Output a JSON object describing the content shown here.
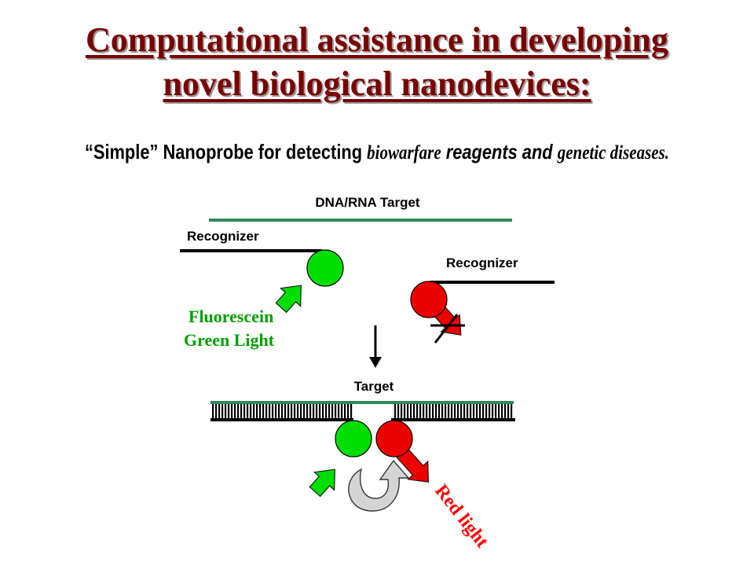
{
  "title": {
    "line1": "Computational assistance in developing",
    "line2": "novel biological nanodevices:"
  },
  "subtitle": {
    "part1": "“Simple” Nanoprobe for detecting ",
    "part2": "biowarfare",
    "part3": " reagents and ",
    "part4": "genetic diseases."
  },
  "diagram": {
    "dna_rna_target_label": "DNA/RNA Target",
    "recognizer_left_label": "Recognizer",
    "recognizer_right_label": "Recognizer",
    "fluorescein_label": "Fluorescein",
    "green_light_label": "Green Light",
    "target_label": "Target",
    "red_light_label": "Red light"
  },
  "colors": {
    "title": "#7a0000",
    "target_strand": "#2e8b57",
    "green_fluorophore": "#00dd00",
    "red_fluorophore": "#ee0000",
    "green_label": "#00a000",
    "red_label": "#ff0000"
  }
}
